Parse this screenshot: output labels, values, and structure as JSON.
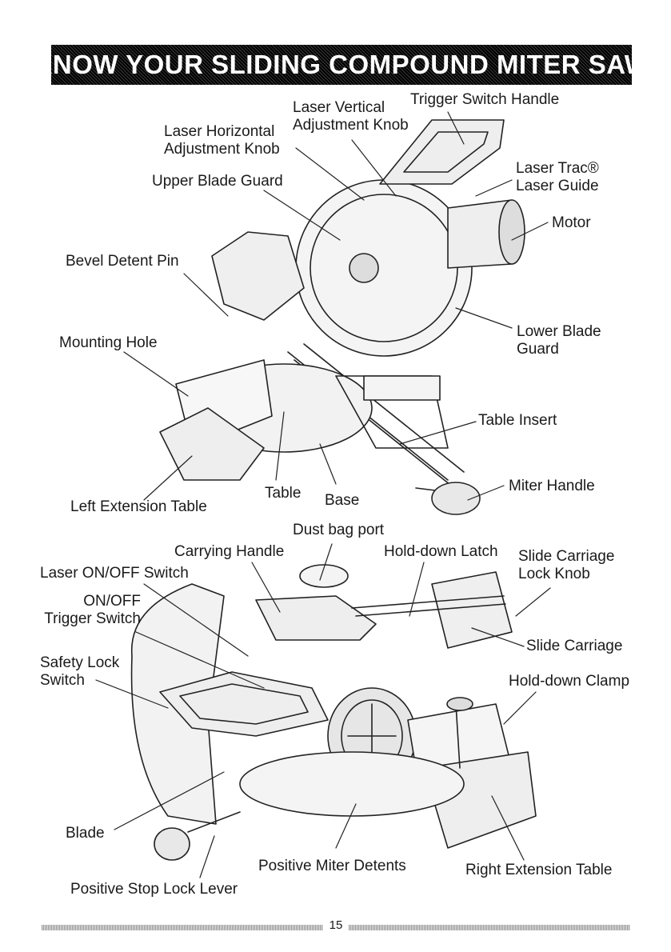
{
  "header": {
    "title": "KNOW YOUR SLIDING COMPOUND MITER SAW"
  },
  "top_diagram": {
    "labels": {
      "laser_vertical": "Laser Vertical\nAdjustment Knob",
      "trigger_switch_handle": "Trigger Switch Handle",
      "laser_horizontal": "Laser Horizontal\nAdjustment Knob",
      "upper_blade_guard": "Upper Blade Guard",
      "laser_trac": "Laser Trac®\nLaser Guide",
      "motor": "Motor",
      "bevel_detent_pin": "Bevel Detent Pin",
      "mounting_hole": "Mounting Hole",
      "lower_blade_guard": "Lower Blade\nGuard",
      "table_insert": "Table Insert",
      "miter_handle": "Miter Handle",
      "table": "Table",
      "base": "Base",
      "left_extension_table": "Left Extension Table"
    }
  },
  "bottom_diagram": {
    "labels": {
      "dust_bag_port": "Dust bag port",
      "carrying_handle": "Carrying Handle",
      "hold_down_latch": "Hold-down Latch",
      "slide_carriage_lock_knob": "Slide Carriage\nLock Knob",
      "laser_on_off_switch": "Laser ON/OFF Switch",
      "on_off_trigger_switch": "ON/OFF\nTrigger Switch",
      "slide_carriage": "Slide Carriage",
      "safety_lock_switch": "Safety Lock\nSwitch",
      "hold_down_clamp": "Hold-down Clamp",
      "blade": "Blade",
      "positive_miter_detents": "Positive Miter Detents",
      "right_extension_table": "Right Extension Table",
      "positive_stop_lock_lever": "Positive Stop Lock Lever"
    }
  },
  "footer": {
    "page_number": "15"
  }
}
